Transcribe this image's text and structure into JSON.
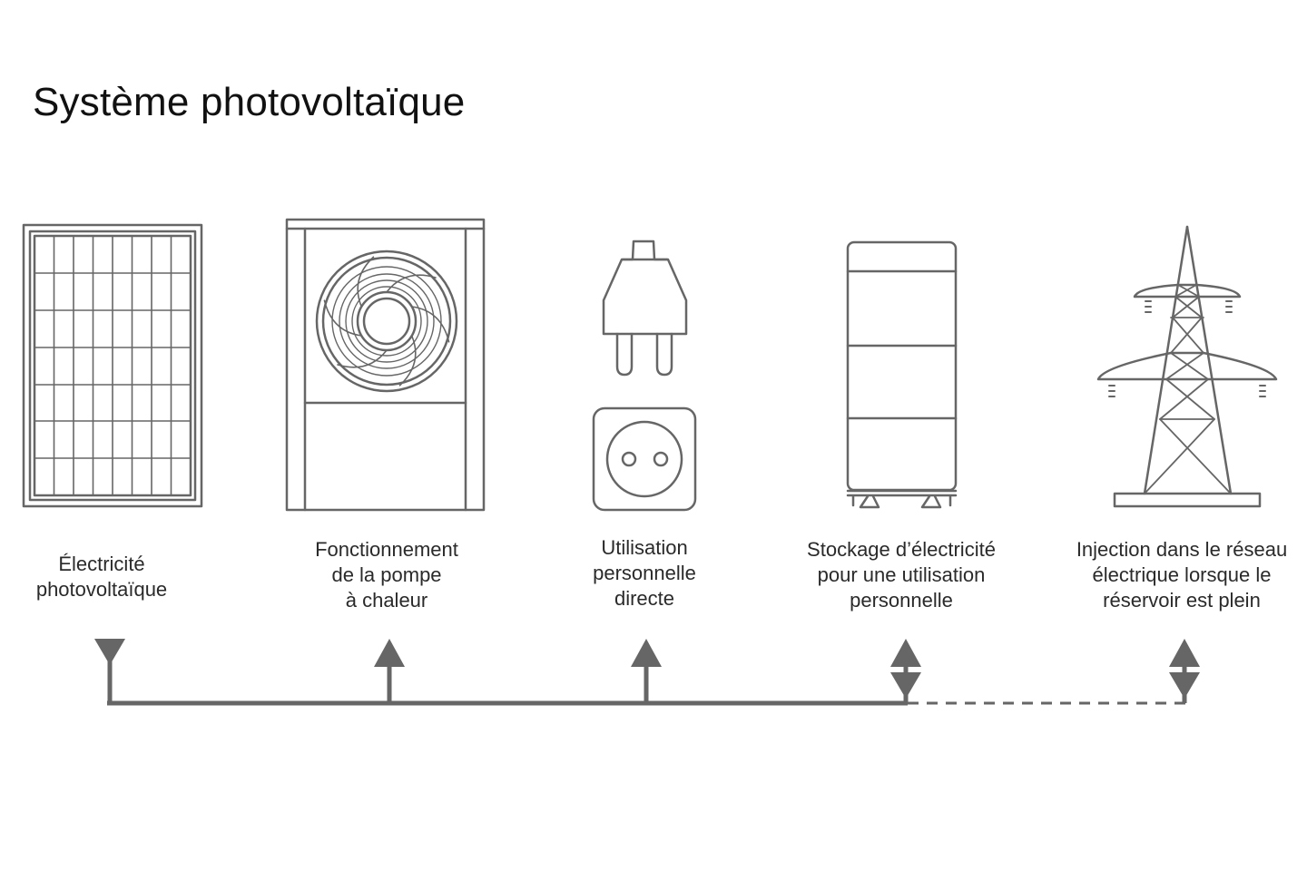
{
  "title": "Système photovoltaïque",
  "stroke_color": "#666666",
  "items": [
    {
      "icon": "solar-panel-icon",
      "lines": [
        "Électricité",
        "photovoltaïque"
      ],
      "flow": "down"
    },
    {
      "icon": "heat-pump-icon",
      "lines": [
        "Fonctionnement",
        "de la pompe",
        "à chaleur"
      ],
      "flow": "up"
    },
    {
      "icon": "plug-socket-icon",
      "lines": [
        "Utilisation",
        "personnelle",
        "directe"
      ],
      "flow": "up"
    },
    {
      "icon": "battery-storage-icon",
      "lines": [
        "Stockage d’électricité",
        "pour une utilisation",
        "personnelle"
      ],
      "flow": "both"
    },
    {
      "icon": "power-pylon-icon",
      "lines": [
        "Injection dans le réseau",
        "électrique lorsque le",
        "réservoir est plein"
      ],
      "flow": "both"
    }
  ]
}
